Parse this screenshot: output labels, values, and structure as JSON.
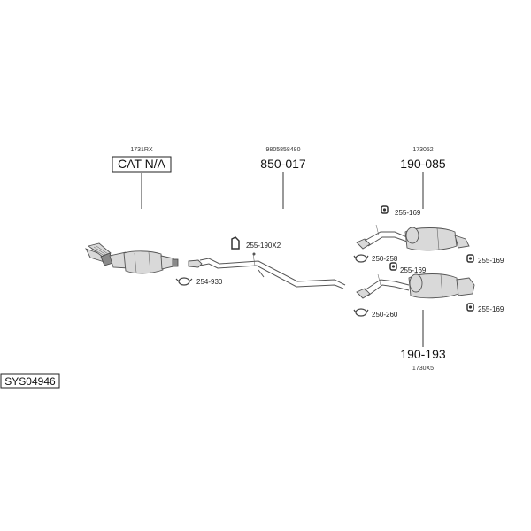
{
  "system_code": "SYS04946",
  "catalyst": {
    "ref": "1731RX",
    "code": "CAT N/A"
  },
  "middle_pipe": {
    "ref": "9805858480",
    "code": "850-017"
  },
  "rear_upper": {
    "ref": "173052",
    "code": "190-085"
  },
  "rear_lower": {
    "ref": "1730X5",
    "code": "190-193"
  },
  "fittings": {
    "f1": "255-190X2",
    "f2": "254-930",
    "f3": "255-169",
    "f4": "250-258",
    "f5": "255-169",
    "f6": "255-169",
    "f7": "250-260",
    "f8": "255-169"
  }
}
